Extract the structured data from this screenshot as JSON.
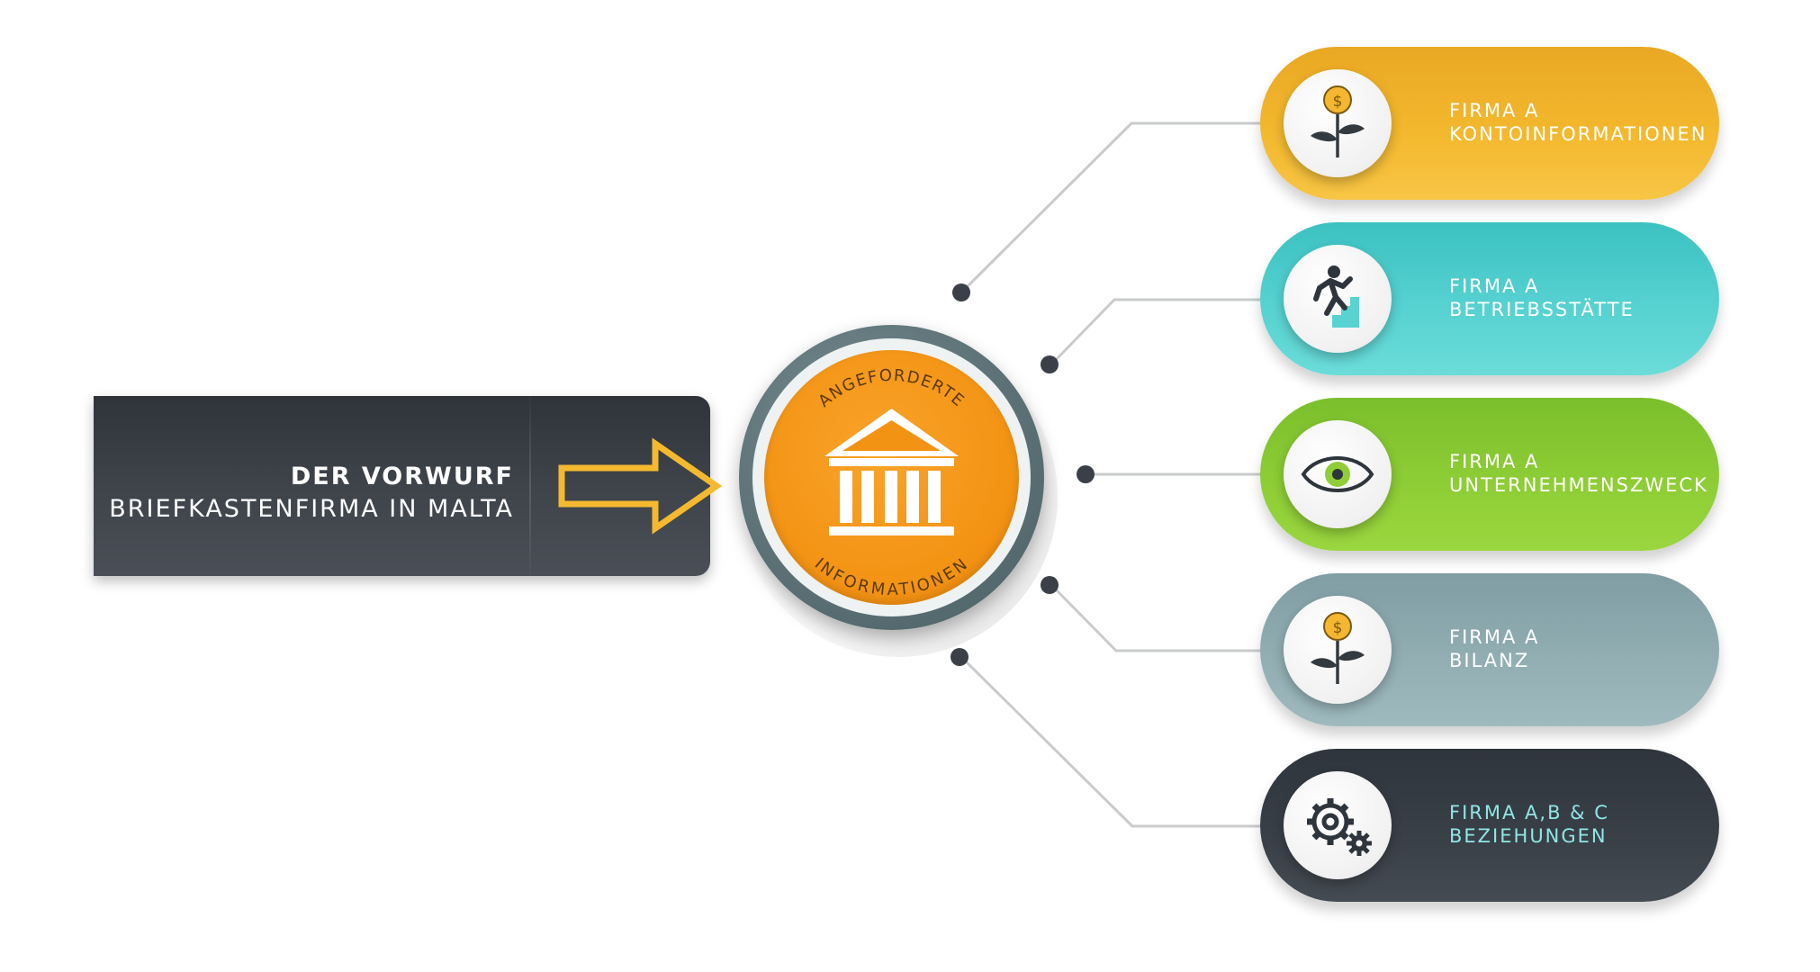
{
  "left_banner": {
    "line1": "DER VORWURF",
    "line2": "BRIEFKASTENFIRMA IN MALTA"
  },
  "hub": {
    "top_text": "ANGEFORDERTE",
    "bottom_text": "INFORMATIONEN",
    "icon": "bank-building-icon"
  },
  "colors": {
    "hub_orange": "#f39314",
    "hub_ring": "#5c7276",
    "connector": "#c7c9cb",
    "dot": "#3b4048",
    "arrow": "#f4b92f"
  },
  "items": [
    {
      "title": "FIRMA A",
      "subtitle": "KONTOINFORMATIONEN",
      "icon": "money-plant-icon",
      "color": "#f4b92f",
      "text_color": "#ffffff"
    },
    {
      "title": "FIRMA A",
      "subtitle": "BETRIEBSSTÄTTE",
      "icon": "running-stairs-icon",
      "color": "#58d3d2",
      "text_color": "#ffffff"
    },
    {
      "title": "FIRMA A",
      "subtitle": "UNTERNEHMENSZWECK",
      "icon": "eye-icon",
      "color": "#8fce36",
      "text_color": "#ffffff"
    },
    {
      "title": "FIRMA A",
      "subtitle": "BILANZ",
      "icon": "money-plant-icon",
      "color": "#93afb4",
      "text_color": "#ffffff"
    },
    {
      "title": "FIRMA A,B & C",
      "subtitle": "BEZIEHUNGEN",
      "icon": "gears-icon",
      "color": "#3a4048",
      "text_color": "#8fe6e6"
    }
  ]
}
